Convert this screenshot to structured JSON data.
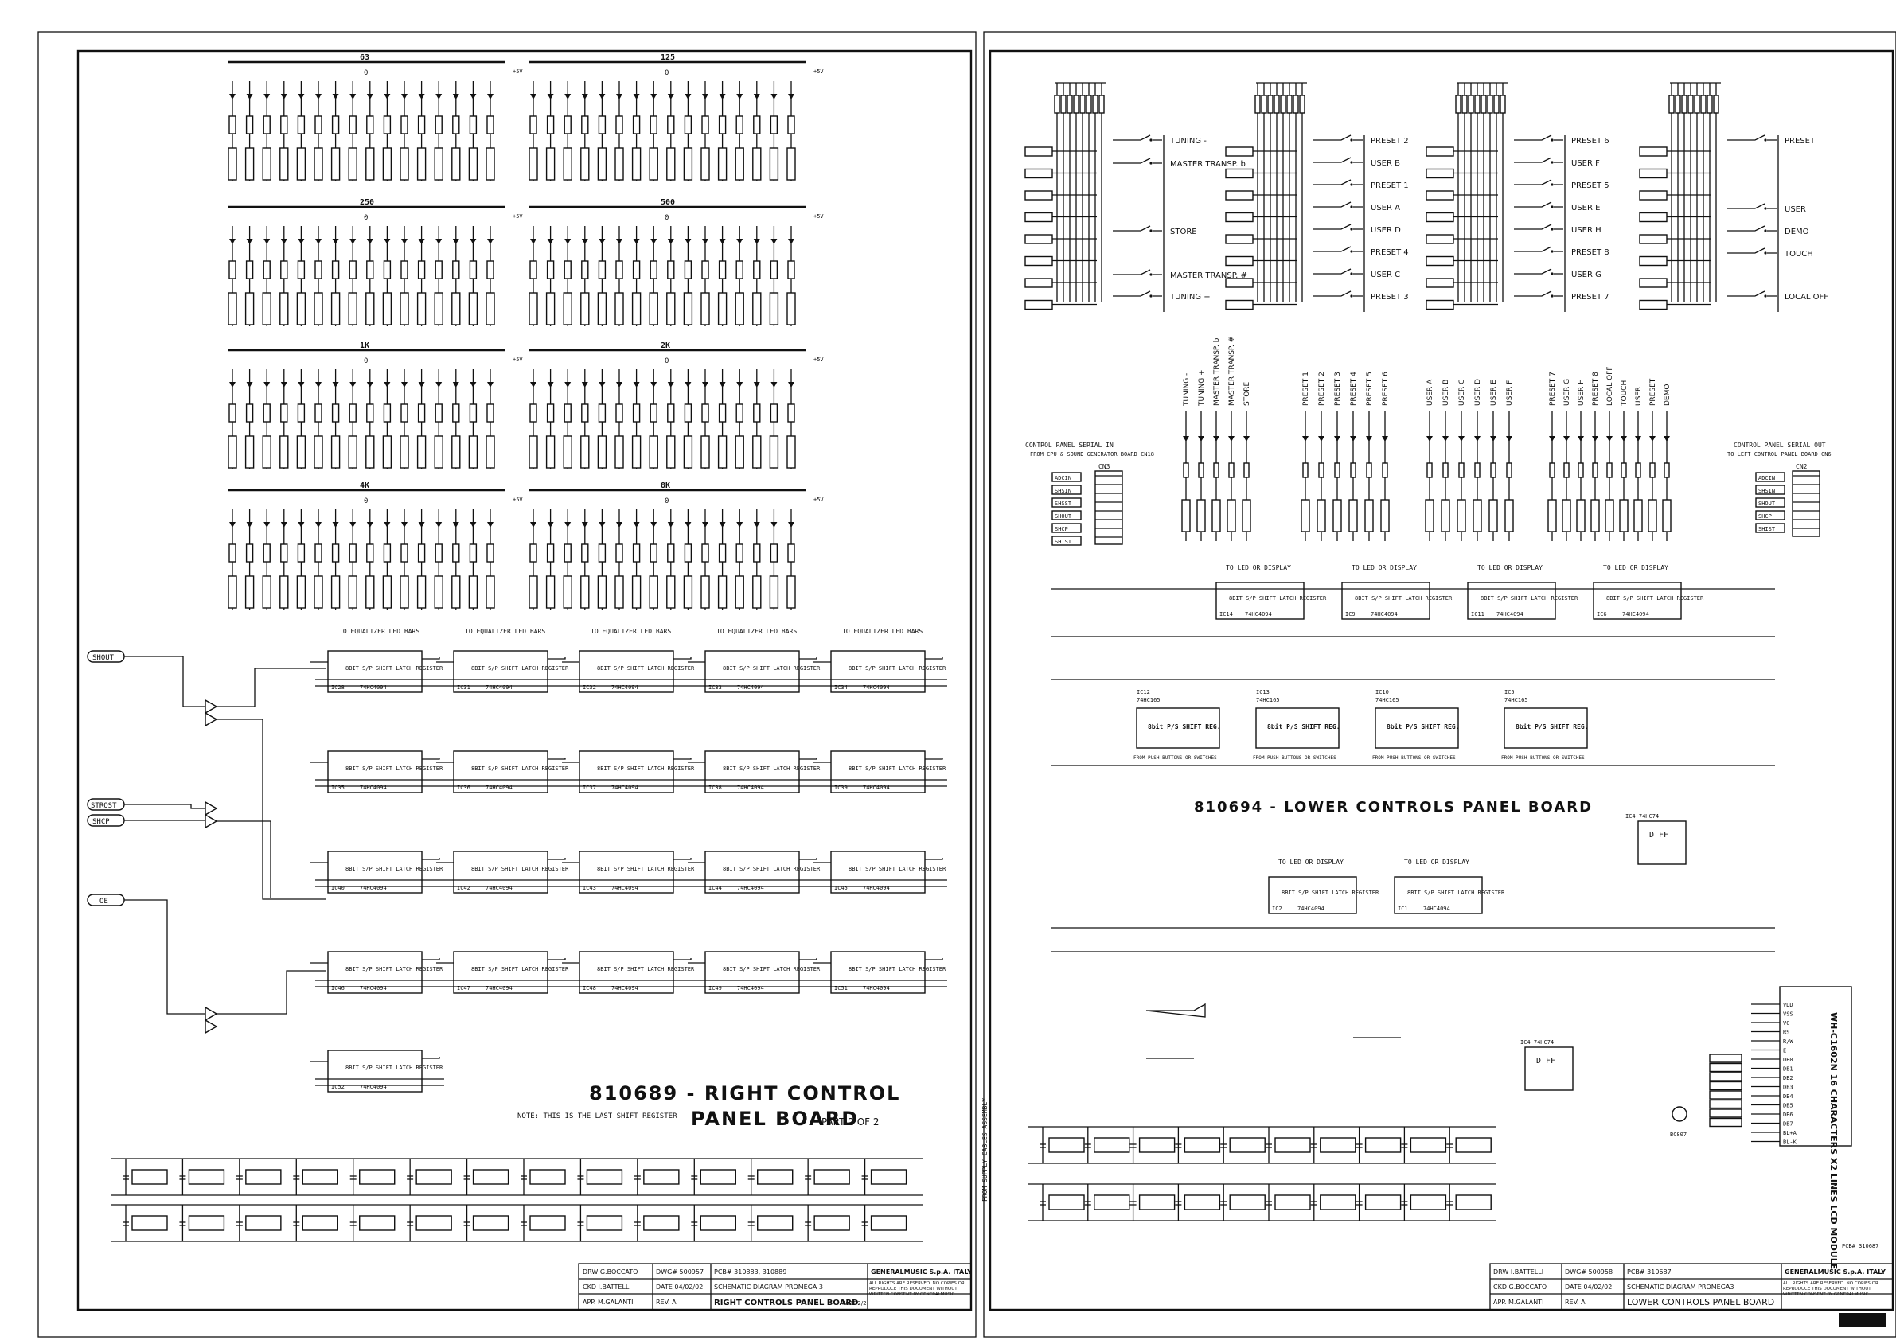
{
  "right_board": {
    "led_groups": [
      {
        "label": "63",
        "sub": "0"
      },
      {
        "label": "125",
        "sub": "0"
      },
      {
        "label": "250",
        "sub": "0"
      },
      {
        "label": "500",
        "sub": "0"
      },
      {
        "label": "1K",
        "sub": "0"
      },
      {
        "label": "2K",
        "sub": "0"
      },
      {
        "label": "4K",
        "sub": "0"
      },
      {
        "label": "8K",
        "sub": "0"
      }
    ],
    "supply": "+5V",
    "register_header": "TO EQUALIZER LED BARS",
    "register_label": "8BIT S/P SHIFT LATCH REGISTER",
    "register_chips": [
      [
        "IC28",
        "IC31",
        "IC32",
        "IC33",
        "IC34"
      ],
      [
        "IC35",
        "IC36",
        "IC37",
        "IC38",
        "IC39"
      ],
      [
        "IC40",
        "IC42",
        "IC43",
        "IC44",
        "IC45"
      ],
      [
        "IC46",
        "IC47",
        "IC48",
        "IC49",
        "IC51"
      ],
      [
        "IC52"
      ]
    ],
    "chip_type": "74HC4094",
    "signals": [
      "SHOUT",
      "STROST",
      "SHCP",
      "OE"
    ],
    "note": "NOTE: THIS IS THE LAST SHIFT REGISTER",
    "title": "810689 - RIGHT CONTROL",
    "title2": "PANEL BOARD",
    "part": "PART 2 OF 2",
    "title_block": {
      "drw": "DRW G.BOCCATO",
      "dwg": "DWG# 500957",
      "pcb": "PCB# 310883, 310889",
      "company": "GENERALMUSIC S.p.A. ITALY",
      "ckd": "CKD I.BATTELLI",
      "date": "DATE 04/02/02",
      "schematic": "SCHEMATIC DIAGRAM PROMEGA 3",
      "rights": "ALL RIGHTS ARE RESERVED. NO COPIES OR REPRODUCE THIS DOCUMENT WITHOUT WRITTEN CONSENT BY GENERALMUSIC.",
      "app": "APP. M.GALANTI",
      "rev": "REV. A",
      "name": "RIGHT CONTROLS PANEL BOARD",
      "name_part": "PART 2/2"
    }
  },
  "lower_board": {
    "switch_labels": [
      "TUNING -",
      "MASTER TRANSP. b",
      "STORE",
      "MASTER TRANSP. #",
      "TUNING +",
      "PRESET 2",
      "USER B",
      "PRESET 1",
      "USER A",
      "USER D",
      "PRESET 4",
      "USER C",
      "PRESET 3",
      "PRESET 6",
      "USER F",
      "PRESET 5",
      "USER E",
      "USER H",
      "PRESET 8",
      "USER G",
      "PRESET 7",
      "PRESET",
      "USER",
      "DEMO",
      "TOUCH",
      "LOCAL OFF"
    ],
    "led_labels": [
      "TUNING -",
      "TUNING +",
      "MASTER TRANSP. b",
      "MASTER TRANSP. #",
      "STORE",
      "PRESET 1",
      "PRESET 2",
      "PRESET 3",
      "PRESET 4",
      "PRESET 5",
      "PRESET 6",
      "USER A",
      "USER B",
      "USER C",
      "USER D",
      "USER E",
      "USER F",
      "PRESET 7",
      "USER G",
      "USER H",
      "PRESET 8",
      "LOCAL OFF",
      "TOUCH",
      "USER",
      "PRESET",
      "DEMO"
    ],
    "serial_in": "CONTROL PANEL SERIAL IN",
    "serial_in_sub": "FROM CPU & SOUND GENERATOR BOARD CN18",
    "serial_out": "CONTROL PANEL SERIAL OUT",
    "serial_out_sub": "TO LEFT CONTROL PANEL BOARD CN6",
    "cn3": "CN3",
    "cn2": "CN2",
    "cn3_pins": [
      "ADCIN",
      "SHSIN",
      "SHSST",
      "SHOUT",
      "SHCP",
      "SHIST"
    ],
    "cn2_pins": [
      "ADCIN",
      "SHSIN",
      "SHOUT",
      "SHCP",
      "SHIST"
    ],
    "register_header": "TO LED OR DISPLAY",
    "register_label": "8BIT S/P SHIFT LATCH REGISTER",
    "register_chips": [
      "IC14",
      "IC9",
      "IC11",
      "IC6"
    ],
    "register_chips2": [
      "IC2",
      "IC1"
    ],
    "chip_type": "74HC4094",
    "ps_header": "FROM PUSH-BUTTONS OR SWITCHES",
    "ps_label": "8bit P/S SHIFT REG.",
    "ps_chips": [
      "IC12",
      "IC13",
      "IC10",
      "IC5"
    ],
    "ps_type": "74HC165",
    "dff": "D FF",
    "dff_chip": "IC4 74HC74",
    "lcd_label": "WH-C1602N 16 CHARACTERS X2 LINES LCD MODULE",
    "lcd_pins": [
      "VDD",
      "VSS",
      "V0",
      "RS",
      "R/W",
      "E",
      "DB0",
      "DB1",
      "DB2",
      "DB3",
      "DB4",
      "DB5",
      "DB6",
      "DB7",
      "BL+A",
      "BL-K"
    ],
    "cable_label": "FROM SUPPLY CABLES ASSEMBLY",
    "transistor": "BC807",
    "title": "810694 - LOWER CONTROLS PANEL BOARD",
    "pcb_ref": "PCB# 310687",
    "title_block": {
      "drw": "DRW I.BATTELLI",
      "dwg": "DWG# 500958",
      "pcb": "PCB# 310687",
      "company": "GENERALMUSIC S.p.A. ITALY",
      "ckd": "CKD G.BOCCATO",
      "date": "DATE 04/02/02",
      "schematic": "SCHEMATIC DIAGRAM PROMEGA3",
      "rights": "ALL RIGHTS ARE RESERVED. NO COPIES OR REPRODUCE THIS DOCUMENT WITHOUT WRITTEN CONSENT BY GENERALMUSIC.",
      "app": "APP. M.GALANTI",
      "rev": "REV. A",
      "name": "LOWER CONTROLS PANEL BOARD"
    }
  },
  "colors": {
    "ink": "#111111",
    "paper": "#ffffff"
  }
}
